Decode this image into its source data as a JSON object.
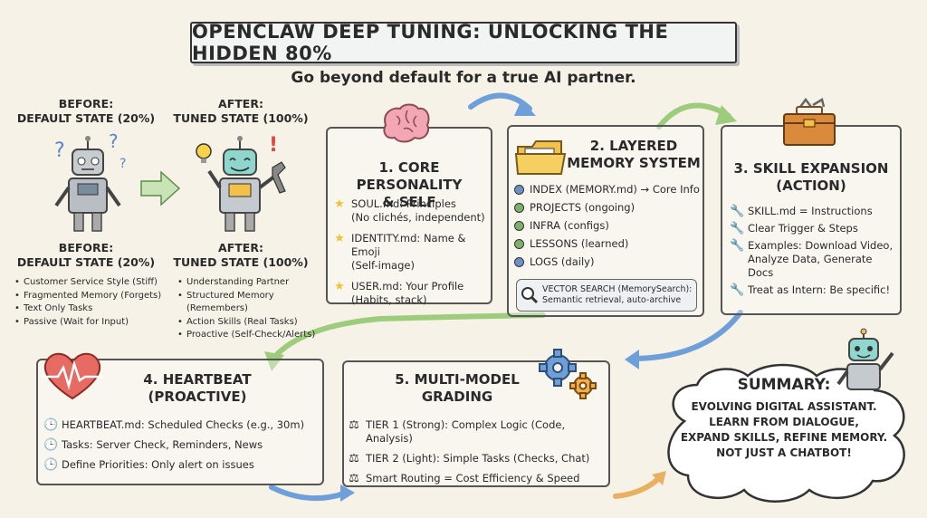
{
  "title": "OPENCLAW DEEP TUNING: UNLOCKING THE HIDDEN 80%",
  "subtitle": "Go beyond default for a true AI partner.",
  "before": {
    "heading_top": [
      "BEFORE:",
      "DEFAULT STATE (20%)"
    ],
    "heading_bottom": [
      "BEFORE:",
      "DEFAULT STATE (20%)"
    ],
    "bullets": [
      "Customer Service Style (Stiff)",
      "Fragmented Memory (Forgets)",
      "Text Only Tasks",
      "Passive (Wait for Input)"
    ]
  },
  "after": {
    "heading_top": [
      "AFTER:",
      "TUNED STATE (100%)"
    ],
    "heading_bottom": [
      "AFTER:",
      "TUNED STATE (100%)"
    ],
    "bullets": [
      "Understanding Partner",
      "Structured Memory (Remembers)",
      "Action Skills (Real Tasks)",
      "Proactive (Self-Check/Alerts)"
    ]
  },
  "box1": {
    "title": [
      "1. CORE PERSONALITY",
      "& SELF"
    ],
    "items": [
      [
        "SOUL.md: Principles",
        "(No clichés, independent)"
      ],
      [
        "IDENTITY.md: Name & Emoji",
        "(Self-image)"
      ],
      [
        "USER.md: Your Profile",
        "(Habits, stack)"
      ]
    ]
  },
  "box2": {
    "title": [
      "2. LAYERED",
      "MEMORY SYSTEM"
    ],
    "items": [
      "INDEX (MEMORY.md) → Core Info",
      "PROJECTS (ongoing)",
      "INFRA (configs)",
      "LESSONS (learned)",
      "LOGS (daily)"
    ],
    "dot_colors": [
      "#6f8fc9",
      "#7fb069",
      "#7fb069",
      "#7fb069",
      "#6f8fc9"
    ],
    "search": [
      "VECTOR SEARCH (MemorySearch):",
      "Semantic retrieval, auto-archive"
    ]
  },
  "box3": {
    "title": [
      "3. SKILL EXPANSION",
      "(ACTION)"
    ],
    "items": [
      [
        "SKILL.md = Instructions"
      ],
      [
        "Clear Trigger & Steps"
      ],
      [
        "Examples: Download Video,",
        "Analyze Data, Generate Docs"
      ],
      [
        "Treat as Intern: Be specific!"
      ]
    ]
  },
  "box4": {
    "title": [
      "4. HEARTBEAT",
      "(PROACTIVE)"
    ],
    "items": [
      "HEARTBEAT.md: Scheduled Checks (e.g., 30m)",
      "Tasks: Server Check, Reminders, News",
      "Define Priorities: Only alert on issues"
    ]
  },
  "box5": {
    "title": [
      "5. MULTI-MODEL",
      "GRADING"
    ],
    "items": [
      "TIER 1 (Strong): Complex Logic (Code, Analysis)",
      "TIER 2 (Light): Simple Tasks (Checks, Chat)",
      "Smart Routing = Cost Efficiency & Speed"
    ]
  },
  "summary": {
    "heading": "SUMMARY:",
    "lines": [
      "EVOLVING DIGITAL ASSISTANT.",
      "LEARN FROM DIALOGUE,",
      "EXPAND SKILLS, REFINE MEMORY.",
      "NOT JUST A CHATBOT!"
    ]
  },
  "colors": {
    "arrow_blue": "#6f9fd8",
    "arrow_green": "#9ccc7c",
    "heart": "#e0605a",
    "star": "#f2c230",
    "chest": "#d98a3a"
  }
}
